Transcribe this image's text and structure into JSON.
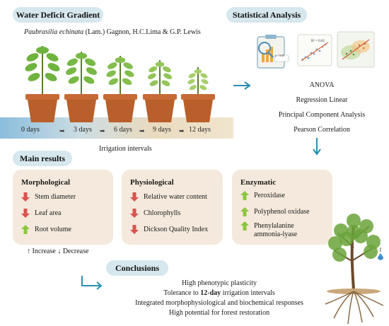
{
  "gradient": {
    "title": "Water Deficit Gradient",
    "species_italic": "Paubrasilia echinata",
    "species_rest": " (Lam.) Gagnon, H.C.Lima & G.P. Lewis",
    "days": [
      "0 days",
      "3 days",
      "6 days",
      "9 days",
      "12 days"
    ],
    "caption": "Irrigation intervals"
  },
  "stats": {
    "title": "Statistical Analysis",
    "items": [
      "ANOVA",
      "Regression Linear",
      "Principal Component Analysis",
      "Pearson Correlation"
    ],
    "thumb_r2": "R² = 0.62",
    "thumb_p": "p < 0.05"
  },
  "results": {
    "title": "Main results",
    "morphological": {
      "title": "Morphological",
      "items": [
        {
          "label": "Stem diameter",
          "dir": "down"
        },
        {
          "label": "Leaf area",
          "dir": "down"
        },
        {
          "label": "Root volume",
          "dir": "up"
        }
      ]
    },
    "physiological": {
      "title": "Physiological",
      "items": [
        {
          "label": "Relative water content",
          "dir": "down"
        },
        {
          "label": "Chlorophylls",
          "dir": "down"
        },
        {
          "label": "Dickson Quality Index",
          "dir": "down"
        }
      ]
    },
    "enzymatic": {
      "title": "Enzymatic",
      "items": [
        {
          "label": "Peroxidase",
          "dir": "up"
        },
        {
          "label": "Polyphenol oxidase",
          "dir": "up"
        },
        {
          "label": "Phenylalanine ammonia-lyase",
          "dir": "up"
        }
      ]
    },
    "legend_up": "↑ Increase",
    "legend_down": "↓ Decrease"
  },
  "conclusions": {
    "title": "Conclusions",
    "line1": "High phenotypic plasticity",
    "line2_pre": "Tolerance to ",
    "line2_bold": "12-day",
    "line2_post": " irrigation intervals",
    "line3": "Integrated morphophysiological and biochemical responses",
    "line4": "High potential for forest restoration"
  },
  "colors": {
    "accent": "#2a8fb0",
    "down": "#d9534f",
    "up": "#8cc63f",
    "card": "#f4e9dc",
    "pill": "#d6e7ee"
  }
}
